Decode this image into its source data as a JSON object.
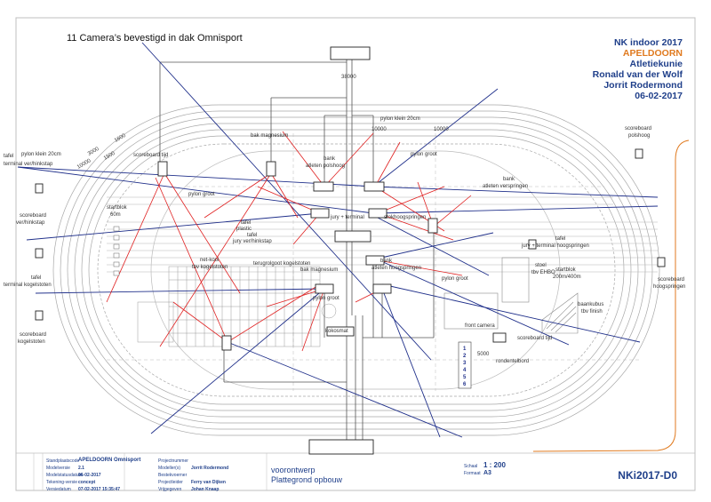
{
  "header": {
    "note": "11 Camera’s bevestigd in dak Omnisport",
    "lines": [
      "NK indoor 2017",
      "APELDOORN",
      "Atletiekunie",
      "Ronald van der Wolf",
      "Jorrit Rodermond",
      "06-02-2017"
    ]
  },
  "colors": {
    "camera_line": "#1f2f8a",
    "view_line": "#e02020",
    "frame": "#1f3f8a",
    "accent": "#e07a1f",
    "drawing": "#9a9a9a"
  },
  "labels": {
    "pylon_klein": "pylon klein 20cm",
    "dim_10000a": "10000",
    "dim_10000b": "10000",
    "dim_38000": "38000",
    "bak_magnesium_top": "bak magnesium",
    "bank_polshoog_1": "bank",
    "bank_polshoog_2": "atleten polshoog",
    "pylon_groot_top": "pylon groot",
    "scoreboard_tijd_top": "scoreboard tijd",
    "tafel_left": "tafel",
    "pylon_klein_left": "pylon klein 20cm",
    "terminal_verhink": "terminal ver/hinkstap",
    "pylon_groot_mid": "pylon groot",
    "bank_versp_1": "bank",
    "bank_versp_2": "atleten verspringen",
    "scoreboard_polshoog_1": "scoreboard",
    "scoreboard_polshoog_2": "polshoog",
    "scoreboard_verhink_1": "scoreboard",
    "scoreboard_verhink_2": "ver/hinkstap",
    "startblok_1": "startblok",
    "startblok_2": "60m",
    "jury_terminal": "jury + terminal",
    "stokhoog": "stokhoogspringen",
    "tafel_plastic_1": "tafel",
    "tafel_plastic_2": "plastic",
    "tafel_jury_1": "tafel",
    "tafel_jury_2": "jury ver/hinkstap",
    "tafel_hoog_1": "tafel",
    "tafel_hoog_2": "jury + terminal hoogspringen",
    "net_kogel_1": "net-kooi",
    "net_kogel_2": "tbv kogelstoten",
    "terugrol": "terugrolgoot kogelstoten",
    "bak_magnesium_mid": "bak magnesium",
    "bank_hoog_1": "bank",
    "bank_hoog_2": "atleten hoogspringen",
    "stoel_1": "stoel",
    "stoel_2": "tbv EHBO",
    "startblok_200_1": "startblok",
    "startblok_200_2": "200m/400m",
    "tafel_terminal_kogel_1": "tafel",
    "tafel_terminal_kogel_2": "terminal kogelstoten",
    "pylon_groot_low": "pylon groot",
    "pylon_groot_low2": "pylon groot",
    "scoreboard_hoog_1": "scoreboard",
    "scoreboard_hoog_2": "hoogspringen",
    "baankubus_1": "baankubus",
    "baankubus_2": "tbv finish",
    "scoreboard_kogel_1": "scoreboard",
    "scoreboard_kogel_2": "kogelstoten",
    "kokosmat": "kokosmat",
    "front_camera": "front camera",
    "scoreboard_tijd_low": "scoreboard tijd",
    "dim_5000": "5000",
    "rondenteller": "rondentelbord",
    "dim_1500": "1500",
    "dim_1600": "1600",
    "dim_3000": "3000",
    "dim_10000c": "10000",
    "lane_numbers": [
      "1",
      "2",
      "3",
      "4",
      "5",
      "6"
    ]
  },
  "footer": {
    "left_rows": [
      {
        "key": "Standplaatscode",
        "value": "APELDOORN Omnisport"
      },
      {
        "key": "Modelversie",
        "value": "2.1"
      },
      {
        "key": "Modelstatusdatum",
        "value": "06-02-2017"
      },
      {
        "key": "Tekening-versie",
        "value": "concept"
      },
      {
        "key": "Versiedatum",
        "value": "07-02-2017 15:35:47"
      }
    ],
    "mid_rows": [
      {
        "key": "Projectnummer",
        "value": ""
      },
      {
        "key": "Modeller(s)",
        "value": "Jorrit Rodermond"
      },
      {
        "key": "Bestekvoerner",
        "value": ""
      },
      {
        "key": "Projectleider",
        "value": "Ferry van Dijken"
      },
      {
        "key": "Vrijgegeven",
        "value": "Johan Knaap"
      }
    ],
    "title_1": "voorontwerp",
    "title_2": "Plattegrond opbouw",
    "schaal_key": "Schaal",
    "schaal_value": "1 : 200",
    "formaat_key": "Formaat",
    "formaat_value": "A3",
    "code": "NKi2017-D0"
  }
}
